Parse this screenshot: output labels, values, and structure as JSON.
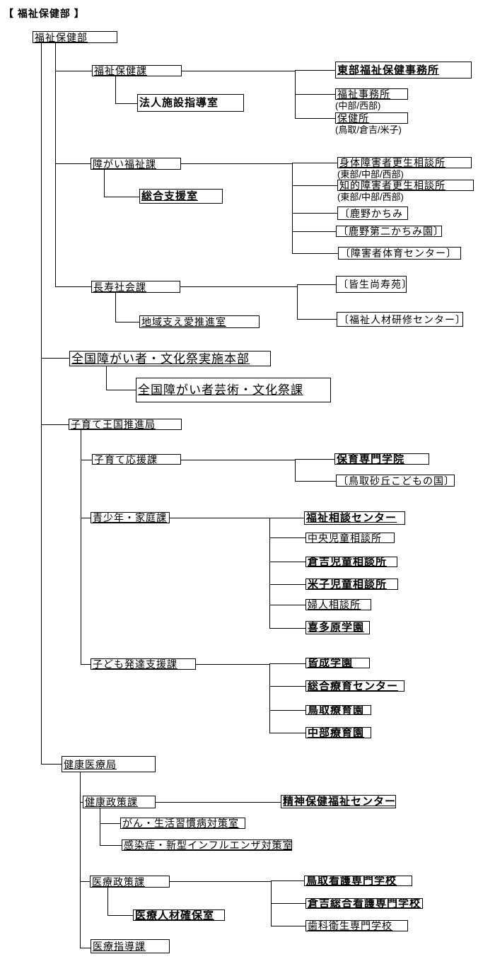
{
  "title": "【 福祉保健部 】",
  "colors": {
    "line": "#000000",
    "border": "#000000",
    "background": "#ffffff",
    "text": "#000000"
  },
  "nodes": {
    "root": {
      "label": "福祉保健部"
    },
    "fukushi_hoken_ka": {
      "label": "福祉保健課"
    },
    "hojin_shisetsu_shidoshitsu": {
      "label": "法人施設指導室"
    },
    "tobu_fukushi_hoken_jimusho": {
      "label": "東部福祉保健事務所"
    },
    "fukushi_jimusho": {
      "label": "福祉事務所",
      "caption": "(中部/西部)"
    },
    "hokenjo": {
      "label": "保健所",
      "caption": "(鳥取/倉吉/米子)"
    },
    "shogai_fukushi_ka": {
      "label": "障がい福祉課"
    },
    "sogo_shien_shitsu": {
      "label": "総合支援室"
    },
    "shintai_sodanjo": {
      "label": "身体障害者更生相談所",
      "caption": "(東部/中部/西部)"
    },
    "chiteki_sodanjo": {
      "label": "知的障害者更生相談所",
      "caption": "(東部/中部/西部)"
    },
    "shikano_kachimi": {
      "label": "〔鹿野かちみ"
    },
    "shikano_daini_kachimi": {
      "label": "〔鹿野第二かちみ園〕"
    },
    "shogaisha_taiiku_center": {
      "label": "〔障害者体育センター〕"
    },
    "choju_shakai_ka": {
      "label": "長寿社会課"
    },
    "chiiki_sasaeai_shitsu": {
      "label": "地域支え愛推進室"
    },
    "kaike_shojuen": {
      "label": "〔皆生尚寿苑〕"
    },
    "fukushi_jinzai_center": {
      "label": "〔福祉人材研修センター〕"
    },
    "zenkoku_bunkasai_honbu": {
      "label": "全国障がい者・文化祭実施本部"
    },
    "zenkoku_bunkasai_ka": {
      "label": "全国障がい者芸術・文化祭課"
    },
    "kosodate_okoku_kyoku": {
      "label": "子育て王国推進局"
    },
    "kosodate_oen_ka": {
      "label": "子育て応援課"
    },
    "hoiku_senmon_gakuin": {
      "label": "保育専門学院"
    },
    "tottori_sakyu_kodomo": {
      "label": "〔鳥取砂丘こどもの国〕"
    },
    "seishonen_katei_ka": {
      "label": "青少年・家庭課"
    },
    "fukushi_sodan_center": {
      "label": "福祉相談センター"
    },
    "chuo_jido_sodanjo": {
      "label": "中央児童相談所"
    },
    "kurayoshi_jido_sodanjo": {
      "label": "倉吉児童相談所"
    },
    "yonago_jido_sodanjo": {
      "label": "米子児童相談所"
    },
    "fujin_sodanjo": {
      "label": "婦人相談所"
    },
    "kitahara_gakuen": {
      "label": "喜多原学園"
    },
    "kodomo_hattatsu_shien_ka": {
      "label": "子ども発達支援課"
    },
    "kaisei_gakuen": {
      "label": "皆成学園"
    },
    "sogo_ryoiku_center": {
      "label": "総合療育センター"
    },
    "tottori_ryoiku_en": {
      "label": "鳥取療育園"
    },
    "chubu_ryoiku_en": {
      "label": "中部療育園"
    },
    "kenko_iryo_kyoku": {
      "label": "健康医療局"
    },
    "kenko_seisaku_ka": {
      "label": "健康政策課"
    },
    "seishin_hoken_center": {
      "label": "精神保健福祉センター"
    },
    "gan_taisaku_shitsu": {
      "label": "がん・生活習慣病対策室"
    },
    "kansensho_taisaku_shitsu": {
      "label": "感染症・新型インフルエンザ対策室"
    },
    "iryo_seisaku_ka": {
      "label": "医療政策課"
    },
    "tottori_kango_gakko": {
      "label": "鳥取看護専門学校"
    },
    "kurayoshi_kango_gakko": {
      "label": "倉吉総合看護専門学校"
    },
    "shika_eisei_gakko": {
      "label": "歯科衛生専門学校"
    },
    "iryo_jinzai_kakuho_shitsu": {
      "label": "医療人材確保室"
    },
    "iryo_shido_ka": {
      "label": "医療指導課"
    }
  }
}
